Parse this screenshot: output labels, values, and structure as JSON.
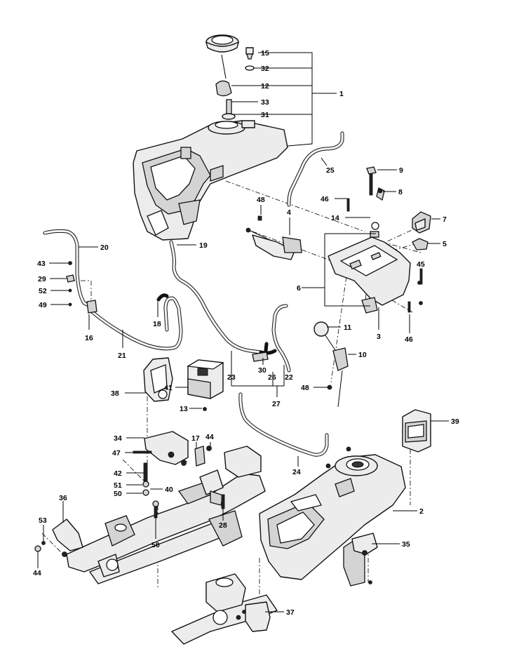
{
  "callouts": [
    {
      "id": "c15",
      "text": "15"
    },
    {
      "id": "c32",
      "text": "32"
    },
    {
      "id": "c12",
      "text": "12"
    },
    {
      "id": "c33",
      "text": "33"
    },
    {
      "id": "c31",
      "text": "31"
    },
    {
      "id": "c1",
      "text": "1"
    },
    {
      "id": "c25",
      "text": "25"
    },
    {
      "id": "c9",
      "text": "9"
    },
    {
      "id": "c8",
      "text": "8"
    },
    {
      "id": "c46a",
      "text": "46"
    },
    {
      "id": "c48a",
      "text": "48"
    },
    {
      "id": "c4",
      "text": "4"
    },
    {
      "id": "c14",
      "text": "14"
    },
    {
      "id": "c7",
      "text": "7"
    },
    {
      "id": "c5",
      "text": "5"
    },
    {
      "id": "c20",
      "text": "20"
    },
    {
      "id": "c19",
      "text": "19"
    },
    {
      "id": "c43",
      "text": "43"
    },
    {
      "id": "c45",
      "text": "45"
    },
    {
      "id": "c29",
      "text": "29"
    },
    {
      "id": "c52",
      "text": "52"
    },
    {
      "id": "c6",
      "text": "6"
    },
    {
      "id": "c49",
      "text": "49"
    },
    {
      "id": "c18",
      "text": "18"
    },
    {
      "id": "c16",
      "text": "16"
    },
    {
      "id": "c3",
      "text": "3"
    },
    {
      "id": "c46b",
      "text": "46"
    },
    {
      "id": "c11",
      "text": "11"
    },
    {
      "id": "c21",
      "text": "21"
    },
    {
      "id": "c10",
      "text": "10"
    },
    {
      "id": "c23",
      "text": "23"
    },
    {
      "id": "c30",
      "text": "30"
    },
    {
      "id": "c26",
      "text": "26"
    },
    {
      "id": "c22",
      "text": "22"
    },
    {
      "id": "c38",
      "text": "38"
    },
    {
      "id": "c41",
      "text": "41"
    },
    {
      "id": "c48b",
      "text": "48"
    },
    {
      "id": "c27",
      "text": "27"
    },
    {
      "id": "c13",
      "text": "13"
    },
    {
      "id": "c39",
      "text": "39"
    },
    {
      "id": "c34",
      "text": "34"
    },
    {
      "id": "c17",
      "text": "17"
    },
    {
      "id": "c44a",
      "text": "44"
    },
    {
      "id": "c47",
      "text": "47"
    },
    {
      "id": "c24",
      "text": "24"
    },
    {
      "id": "c42",
      "text": "42"
    },
    {
      "id": "c51",
      "text": "51"
    },
    {
      "id": "c40",
      "text": "40"
    },
    {
      "id": "c50a",
      "text": "50"
    },
    {
      "id": "c2",
      "text": "2"
    },
    {
      "id": "c36",
      "text": "36"
    },
    {
      "id": "c28",
      "text": "28"
    },
    {
      "id": "c53",
      "text": "53"
    },
    {
      "id": "c50b",
      "text": "50"
    },
    {
      "id": "c35",
      "text": "35"
    },
    {
      "id": "c44b",
      "text": "44"
    },
    {
      "id": "c37",
      "text": "37"
    }
  ]
}
